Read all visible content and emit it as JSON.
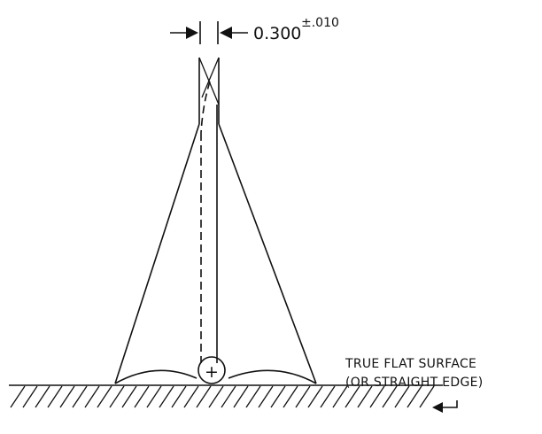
{
  "dimension": {
    "value": "0.300",
    "tolerance": "±.010"
  },
  "note": {
    "line1": "TRUE FLAT SURFACE",
    "line2": "(OR STRAIGHT EDGE)"
  },
  "pivot_symbol": "+",
  "colors": {
    "ink": "#111111",
    "background": "#ffffff"
  }
}
